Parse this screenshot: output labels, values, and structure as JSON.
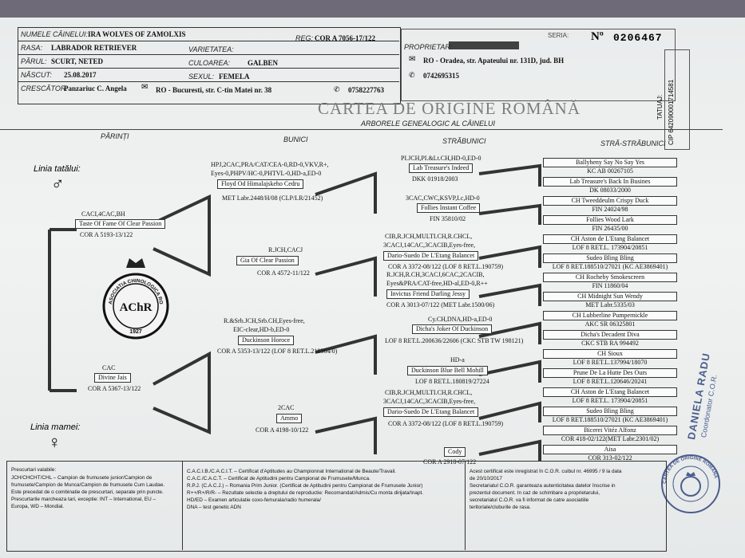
{
  "header": {
    "name_label": "NUMELE CÂINELUI:",
    "name_value": "IRA WOLVES OF ZAMOLXIS",
    "reg_label": "REG:",
    "reg_value": "COR A 7056-17/122",
    "breed_label": "RASA:",
    "breed_value": "LABRADOR RETRIEVER",
    "variety_label": "VARIETATEA:",
    "coat_label": "PĂRUL:",
    "coat_value": "SCURT, NETED",
    "color_label": "CULOAREA:",
    "color_value": "GALBEN",
    "born_label": "NĂSCUT:",
    "born_value": "25.08.2017",
    "sex_label": "SEXUL:",
    "sex_value": "FEMELA",
    "breeder_label": "CRESCĂTOR:",
    "breeder_name": "Panzariuc C. Angela",
    "breeder_address": "RO - Bucuresti, str. C-tin Matei nr. 38",
    "breeder_phone": "0758227763",
    "owner_label": "PROPRIETAR:",
    "owner_address": "RO - Oradea, str. Apateului nr. 131D, jud. BH",
    "owner_phone": "0742695315",
    "series_label": "SERIA:",
    "number_prefix": "Nº",
    "number_value": "0206467",
    "tattoo_label": "TATUAJ:",
    "chip_value": "CIP 642090001714581"
  },
  "title": "CARTEA DE ORIGINE ROMÂNĂ",
  "subtitle": "ARBORELE GENEALOGIC AL CÂINELUI",
  "columns": [
    "PĂRINȚI",
    "BUNICI",
    "STRĂBUNICI",
    "STRĂ-STRĂBUNICI"
  ],
  "sire_line_label": "Linia tatălui:",
  "dam_line_label": "Linia mamei:",
  "sire_symbol": "♂",
  "dam_symbol": "♀",
  "logo": {
    "text_top": "ASOCIATIA CHINOLOGICA ROMANA",
    "initials": "AChR",
    "year": "1927"
  },
  "parents": [
    {
      "titles": "CACI,4CAC,BH",
      "name": "Taste Of Fame Of Clear Passion",
      "reg": "COR A 5193-13/122"
    },
    {
      "titles": "CAC",
      "name": "Divine Jais",
      "reg": "COR A 5367-13/122"
    }
  ],
  "grandparents": [
    {
      "titles": "HPJ,2CAC,PRA/CAT/CEA-0,RD-0,VKV,R+,",
      "titles2": "Eyes-0,PHPV/HC-0,PHTVL-0,HD-a,ED-0",
      "name": "Floyd Od Himalajskeho Cedru",
      "reg": "MET Labr.2448/H/08 (CLP/LR/21452)"
    },
    {
      "titles": "R.JCH,CACJ",
      "titles2": "",
      "name": "Gia Of Clear Passion",
      "reg": "COR A 4572-11/122"
    },
    {
      "titles": "R.&Srb.JCH,Srb.CH,Eyes-free,",
      "titles2": "EIC-clear,HD-b,ED-0",
      "name": "Duckinson Horoce",
      "reg": "COR A 5353-13/122 (LOF 8 RET.L.218364/0)"
    },
    {
      "titles": "2CAC",
      "titles2": "",
      "name": "Ammo",
      "reg": "COR A 4198-10/122"
    }
  ],
  "great_grandparents": [
    {
      "titles": "PI.JCH,PI.&Lt.CH,HD-0,ED-0",
      "titles2": "",
      "name": "Lab Treasure's Indeed",
      "reg": "DKK 01918/2003"
    },
    {
      "titles": "3CAC,CWC,KSVP,I.c,HD-0",
      "titles2": "",
      "name": "Follies Instant Coffee",
      "reg": "FIN 35810/02"
    },
    {
      "titles": "CIB,R.JCH,MULTI.CH,R.CHCL,",
      "titles2": "3CACJ,14CAC,3CACIB,Eyes-free,",
      "name": "Dario-Suedo De L'Etang Balancet",
      "reg": "COR A 3372-08/122 (LOF 8 RET.L.190759)"
    },
    {
      "titles": "R.JCH,R.CH,3CACJ,6CAC,2CACIB,",
      "titles2": "Eyes&PRA/CAT-free,HD-al,ED-0,R++",
      "name": "Invictus Friend Darling Jessy",
      "reg": "COR A 3013-07/122 (MET Labr.1500/06)"
    },
    {
      "titles": "Cy.CH,DNA,HD-a,ED-0",
      "titles2": "",
      "name": "Dicha's Joker Of Duckinson",
      "reg": "LOF 8 RET.L.200636/22606 (CKC STB TW 198121)"
    },
    {
      "titles": "HD-a",
      "titles2": "",
      "name": "Duckinson Blue Bell Mohill",
      "reg": "LOF 8 RET.L.180819/27224"
    },
    {
      "titles": "CIB,R.JCH,MULTI.CH,R.CHCL,",
      "titles2": "3CACJ,14CAC,3CACIB,Eyes-free,",
      "name": "Dario-Suedo De L'Etang Balancet",
      "reg": "COR A 3372-08/122 (LOF 8 RET.L.190759)"
    },
    {
      "titles": "",
      "titles2": "",
      "name": "Cody",
      "reg": "COR A 2918-07/122"
    }
  ],
  "great_great_grandparents": [
    {
      "name": "Ballyheny Say No Say Yes",
      "reg": "KC AB 00267105"
    },
    {
      "name": "Lab Treasure's Back In Busines",
      "reg": "DK 08033/2000"
    },
    {
      "name": "CH Tweeddeulm Crispy Duck",
      "reg": "FIN 24024/98"
    },
    {
      "name": "Follies Wood Lark",
      "reg": "FIN 26435/00"
    },
    {
      "name": "CH Aston de L'Etang Balancet",
      "reg": "LOF 8 RET.L. 173904/20851"
    },
    {
      "name": "Sudeo Bling Bling",
      "reg": "LOF 8 RET.188510/27021 (KC AE3869401)"
    },
    {
      "name": "CH Rocheby Smokescreen",
      "reg": "FIN 11860/04"
    },
    {
      "name": "CH Midnight Sun Wendy",
      "reg": "MET Labr.5335/03"
    },
    {
      "name": "CH Lubberline Pumpernickle",
      "reg": "AKC SR 06325801"
    },
    {
      "name": "Dicha's Decadent Diva",
      "reg": "CKC STB RA 994492"
    },
    {
      "name": "CH Sioux",
      "reg": "LOF 8 RET.L.137994/18070"
    },
    {
      "name": "Prune De La Hutte Des Ours",
      "reg": "LOF 8 RET.L.120646/20241"
    },
    {
      "name": "CH Aston de L'Etang Balancet",
      "reg": "LOF 8 RET.L. 173904/20851"
    },
    {
      "name": "Sudeo Bling Bling",
      "reg": "LOF 8 RET.188510/27021 (KC AE3869401)"
    },
    {
      "name": "Bicerei Vitéz Alfonz",
      "reg": "COR 418-02/122(MET Labr.2301/02)"
    },
    {
      "name": "Aisa",
      "reg": "COR 313-02/122"
    }
  ],
  "stamp": {
    "name": "DANIELA RADU",
    "role": "Coordonator C.O.R.",
    "seal_text": "CARTEA DE ORIGINE ROMÂNĂ"
  },
  "footer": {
    "valid_title": "Prescurtari valabile:",
    "left_lines": [
      "JCH/CHCHT/CHL – Campion de frumusete junior/Campion de",
      "frumusete/Campion de Munca/Campion de frumusete Cum Laudae.",
      "Este precedat de o combinatie de prescurtari, separate prin puncte.",
      "Prescurtarile marcheaza tari, exceptie: INT – International, EU –",
      "Europa, WD – Mondial."
    ],
    "mid_lines": [
      "C.A.C.I.B./C.A.C.I.T. – Certificat d'Aptitudes au Championnat International de Beaute/Travail.",
      "C.A.C./C.A.C.T. – Certificat de Aptitudini pentru Campionat de Frumusete/Munca.",
      "R.P.J. (C.A.C.J.) – Romania Prim Junior. (Certificat de Aptitudini pentru Campionat de Frumusete Junior)",
      "R++/R+/R/R- – Rezultate selectie a dreptului de reproductie: Recomandat/Admis/Cu monta dirijata/Inapt.",
      "HD/ED – Examen articulatie coxo-femurala/radio humerala/",
      "DNA – test genetic ADN"
    ],
    "right_lines": [
      "Acest certificat este inregistrat în C.O.R. cuibul nr. 46995 / 9 la data",
      "de 20/10/2017",
      "Secretariatul C.O.R. garanteaza autenticitatea datelor înscrise in",
      "prezentul document. In caz de schimbare a proprietarului,",
      "secretariatul C.O.R. va fi informat de catre asociatiile",
      "teritoriale/cluburile de rasa."
    ]
  }
}
